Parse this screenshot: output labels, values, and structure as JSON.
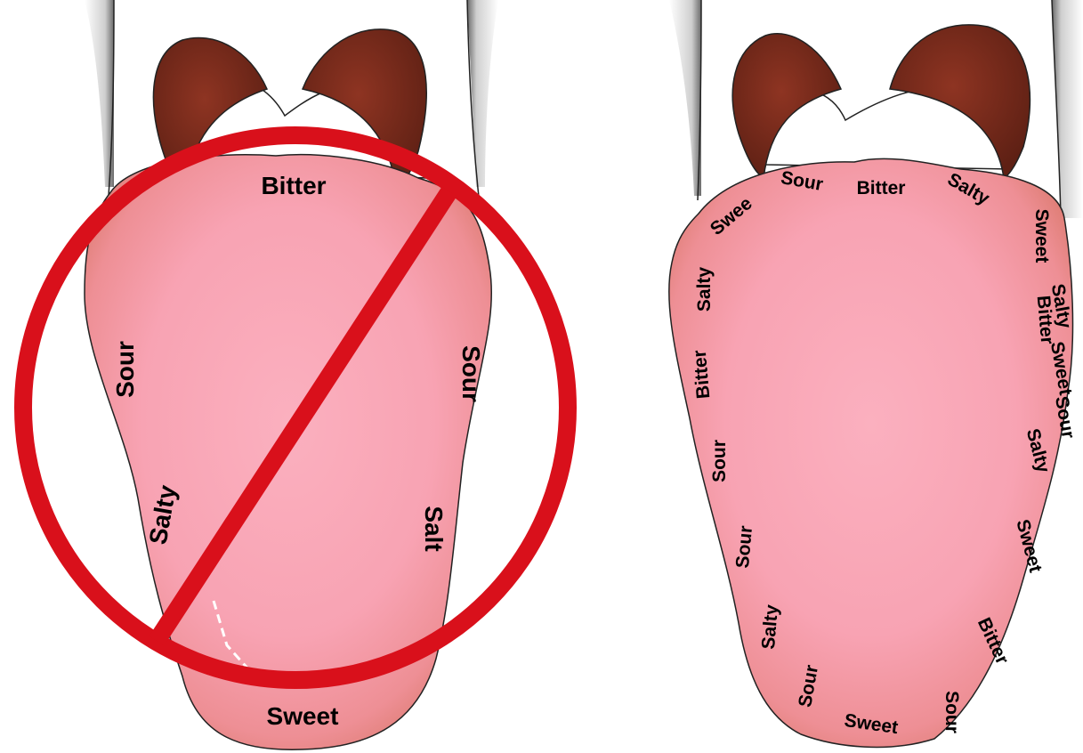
{
  "left_diagram": {
    "labels": {
      "top": "Bitter",
      "left_upper": "Sour",
      "left_lower": "Salty",
      "right_upper": "Sour",
      "right_lower": "Salt",
      "tip": "Sweet"
    },
    "crossed_out": true,
    "prohibition_color": "#d9101b"
  },
  "right_diagram": {
    "labels": [
      "Sour",
      "Bitter",
      "Salty",
      "Swee",
      "Sweet",
      "Salty",
      "Salty",
      "Sweet",
      "Bitter",
      "Sour",
      "Salty",
      "Sweet",
      "Sour",
      "Bitter",
      "Salty",
      "Sweet",
      "Sour",
      "Sour",
      "Bitter",
      "Sour"
    ]
  },
  "colors": {
    "tongue_center": "#faaab9",
    "tongue_edge": "#e8877e",
    "tonsil": "#7a2c1e",
    "prohibition": "#d9101b"
  }
}
